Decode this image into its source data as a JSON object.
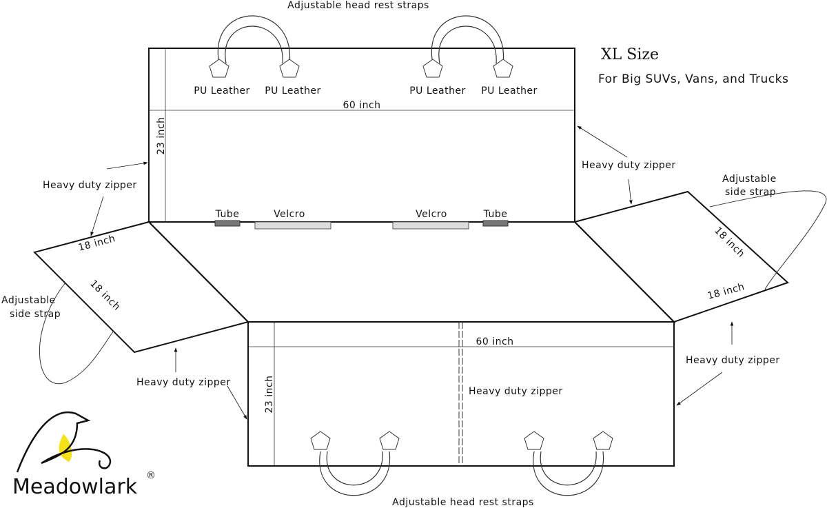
{
  "title": "XL Size",
  "subtitle": "For Big SUVs, Vans, and Trucks",
  "labels": {
    "headrest_top": "Adjustable head rest straps",
    "headrest_bottom": "Adjustable head rest straps",
    "pu_leather": "PU Leather",
    "width_top": "60 inch",
    "width_bottom": "60 inch",
    "height_top": "23 inch",
    "height_bottom": "23 inch",
    "zipper": "Heavy duty zipper",
    "tube": "Tube",
    "velcro": "Velcro",
    "side_strap_line1": "Adjustable",
    "side_strap_line2": "side strap",
    "flap_dim": "18 inch"
  },
  "brand": {
    "name": "Meadowlark",
    "mark": "®",
    "accent": "#f5e11a"
  }
}
